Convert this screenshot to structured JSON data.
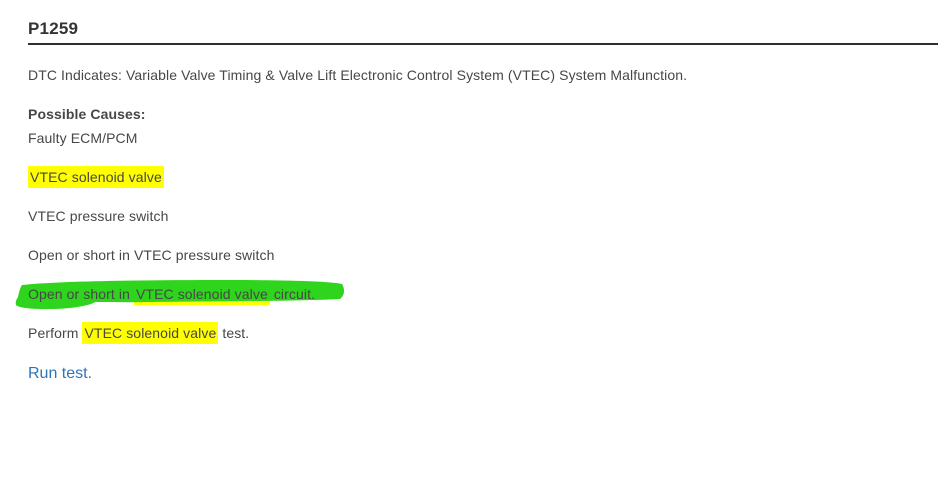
{
  "page": {
    "title": "P1259",
    "description": "DTC Indicates: Variable Valve Timing & Valve Lift Electronic Control System (VTEC) System Malfunction.",
    "causes_heading": "Possible Causes:",
    "cause_faulty": "Faulty ECM/PCM",
    "cause_solenoid": "VTEC solenoid valve",
    "cause_pressure_switch": "VTEC pressure switch",
    "cause_open_pressure": "Open or short in VTEC pressure switch",
    "cause_open_solenoid": {
      "prefix": "Open or short in ",
      "highlight": "VTEC solenoid valve",
      "suffix": " circuit."
    },
    "perform_line": {
      "prefix": "Perform ",
      "highlight": "VTEC solenoid valve",
      "suffix": " test."
    },
    "run_test_label": "Run test."
  },
  "annotations": {
    "yellow_highlight": "#ffff00",
    "green_marker": "#2fd41c"
  },
  "colors": {
    "title_text": "#333333",
    "body_text": "#474747",
    "rule": "#2f2f2f",
    "link_blue": "#2e75b6"
  }
}
